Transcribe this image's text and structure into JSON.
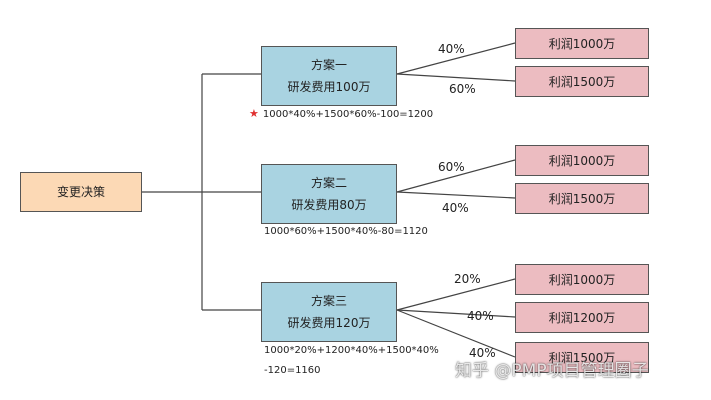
{
  "root": {
    "label": "变更决策"
  },
  "plans": [
    {
      "name": "方案一",
      "cost": "研发费用100万",
      "formula": [
        "1000*40%+1500*60%-100=1200"
      ],
      "starred": true,
      "outcomes": [
        {
          "prob": "40%",
          "profit": "利润1000万"
        },
        {
          "prob": "60%",
          "profit": "利润1500万"
        }
      ]
    },
    {
      "name": "方案二",
      "cost": "研发费用80万",
      "formula": [
        "1000*60%+1500*40%-80=1120"
      ],
      "starred": false,
      "outcomes": [
        {
          "prob": "60%",
          "profit": "利润1000万"
        },
        {
          "prob": "40%",
          "profit": "利润1500万"
        }
      ]
    },
    {
      "name": "方案三",
      "cost": "研发费用120万",
      "formula": [
        "1000*20%+1200*40%+1500*40%",
        "-120=1160"
      ],
      "starred": false,
      "outcomes": [
        {
          "prob": "20%",
          "profit": "利润1000万"
        },
        {
          "prob": "40%",
          "profit": "利润1200万"
        },
        {
          "prob": "40%",
          "profit": "利润1500万"
        }
      ]
    }
  ],
  "star_symbol": "★",
  "watermark": "知乎 @PMP项目管理圈子",
  "colors": {
    "root_fill": "#fcd9b5",
    "plan_fill": "#a9d3e1",
    "profit_fill": "#ecbcc1",
    "star": "#e03030"
  }
}
